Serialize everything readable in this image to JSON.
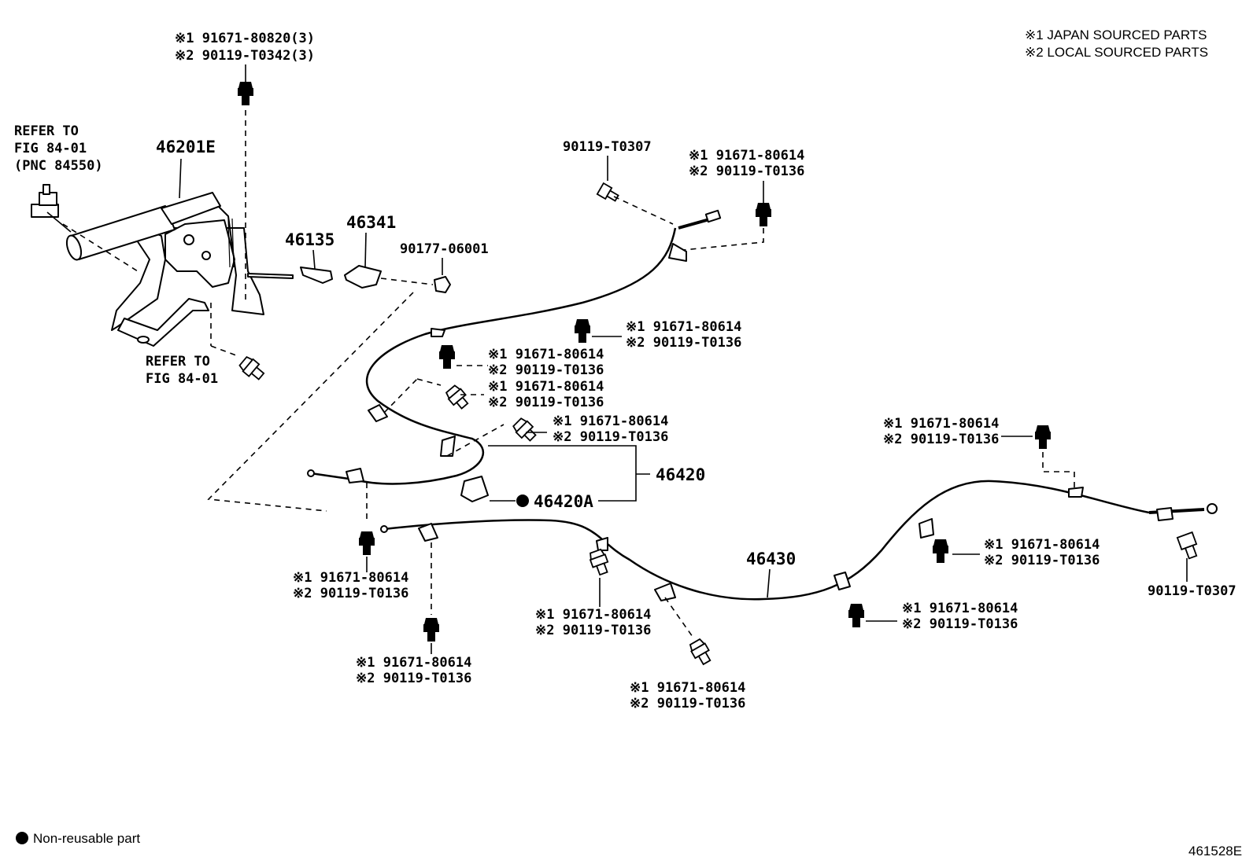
{
  "legend": {
    "j1": "※1 JAPAN SOURCED PARTS",
    "j2": "※2 LOCAL SOURCED PARTS",
    "non_reusable": "Non-reusable part",
    "figure_id": "461528E"
  },
  "labels": {
    "bolt_top_1": "※1 91671-80820(3)",
    "bolt_top_2": "※2 90119-T0342(3)",
    "refer_top_1": "REFER TO",
    "refer_top_2": "FIG 84-01",
    "refer_top_3": "(PNC 84550)",
    "lever": "46201E",
    "refer_bot_1": "REFER TO",
    "refer_bot_2": "FIG 84-01",
    "p46135": "46135",
    "p46341": "46341",
    "p90177": "90177-06001",
    "screw_top": "90119-T0307",
    "b1_1": "※1 91671-80614",
    "b1_2": "※2 90119-T0136",
    "b2_1": "※1 91671-80614",
    "b2_2": "※2 90119-T0136",
    "b3_1": "※1 91671-80614",
    "b3_2": "※2 90119-T0136",
    "b4_1": "※1 91671-80614",
    "b4_2": "※2 90119-T0136",
    "b5_1": "※1 91671-80614",
    "b5_2": "※2 90119-T0136",
    "cable_front": "46420",
    "cable_front_a": "46420A",
    "b6_1": "※1 91671-80614",
    "b6_2": "※2 90119-T0136",
    "b7_1": "※1 91671-80614",
    "b7_2": "※2 90119-T0136",
    "b8_1": "※1 91671-80614",
    "b8_2": "※2 90119-T0136",
    "b9_1": "※1 91671-80614",
    "b9_2": "※2 90119-T0136",
    "cable_rear": "46430",
    "b10_1": "※1 91671-80614",
    "b10_2": "※2 90119-T0136",
    "b11_1": "※1 91671-80614",
    "b11_2": "※2 90119-T0136",
    "b12_1": "※1 91671-80614",
    "b12_2": "※2 90119-T0136",
    "screw_right": "90119-T0307"
  }
}
